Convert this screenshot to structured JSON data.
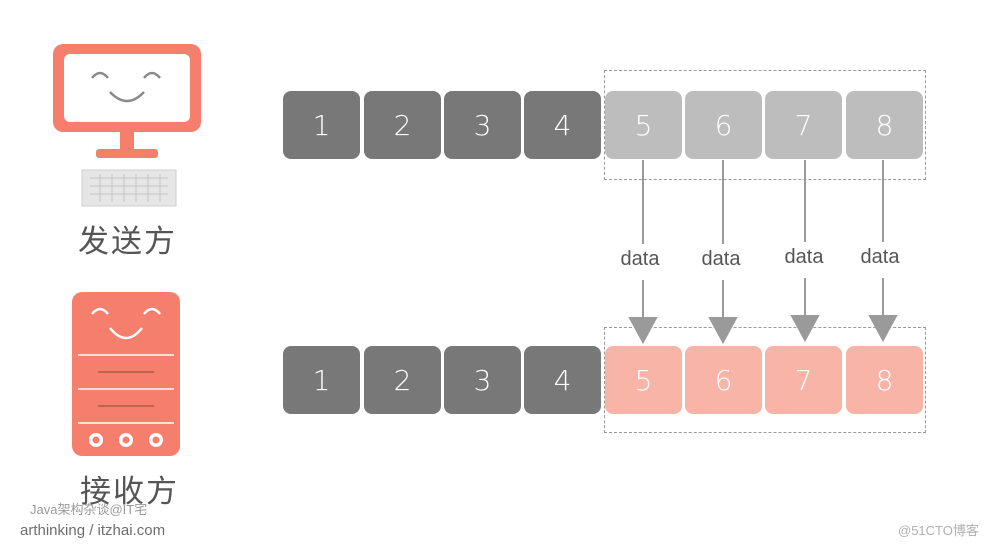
{
  "sender": {
    "label": "发送方"
  },
  "receiver": {
    "label": "接收方"
  },
  "sender_row": [
    "1",
    "2",
    "3",
    "4",
    "5",
    "6",
    "7",
    "8"
  ],
  "receiver_row": [
    "1",
    "2",
    "3",
    "4",
    "5",
    "6",
    "7",
    "8"
  ],
  "arrows": [
    "data",
    "data",
    "data",
    "data"
  ],
  "watermarks": {
    "line1": "Java架构杂谈@IT宅",
    "line2": "arthinking / itzhai.com",
    "corner": "@51CTO博客"
  },
  "colors": {
    "accent": "#f57f6c",
    "sent_box": "#787878",
    "window_box_sender": "#bdbdbd",
    "window_box_receiver": "#f8b4a6"
  }
}
